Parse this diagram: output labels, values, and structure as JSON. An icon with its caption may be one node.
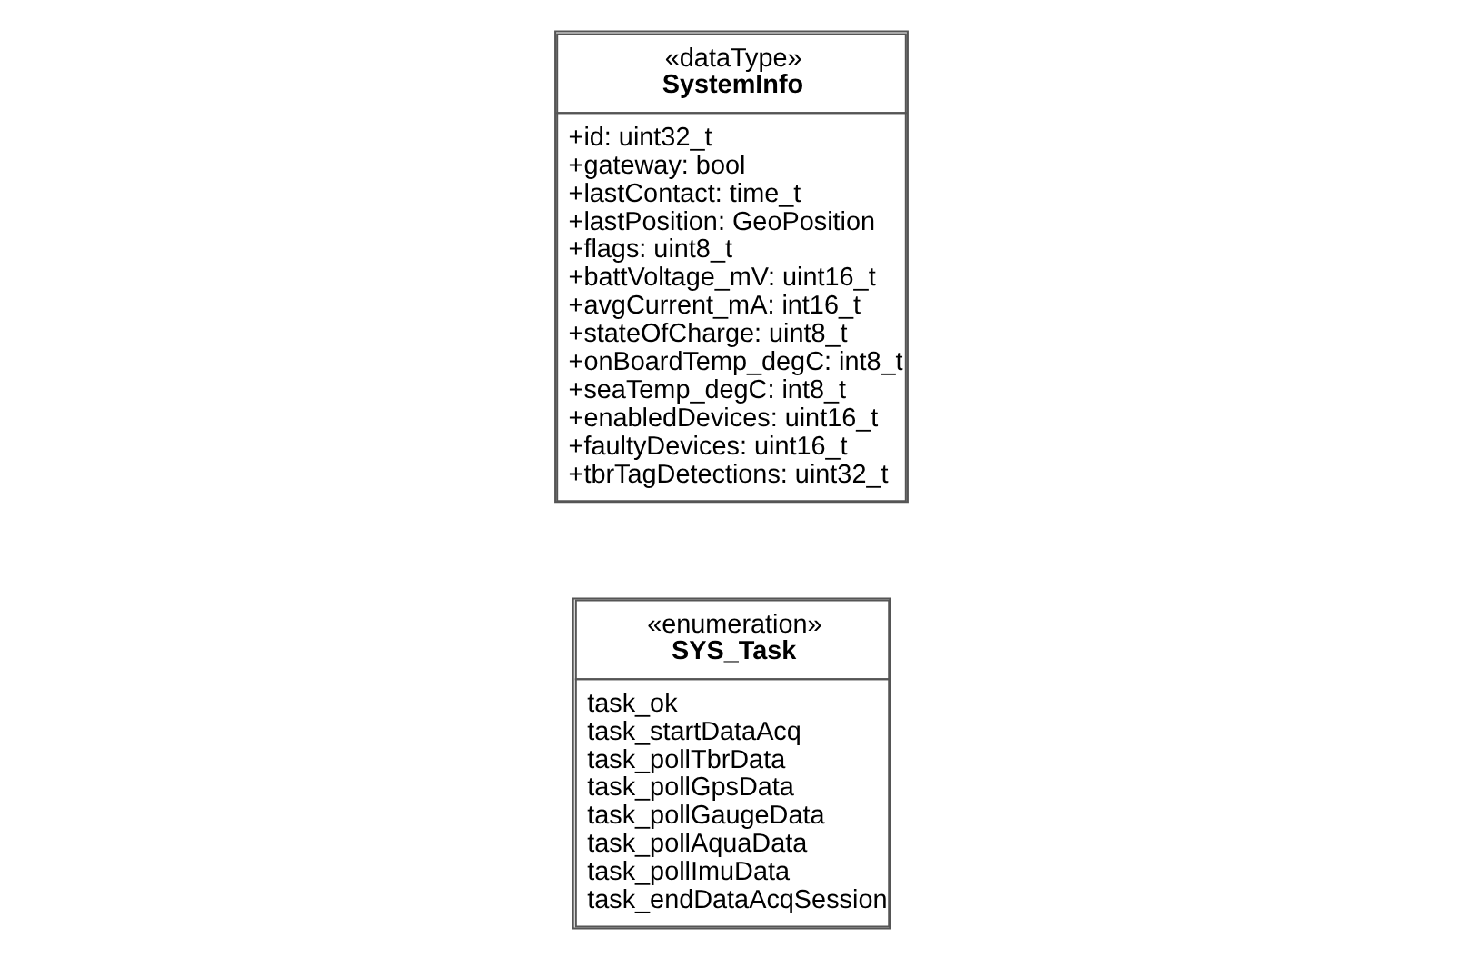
{
  "diagram": {
    "nodes": [
      {
        "text": [
          "«dataType»",
          "SystemInfo",
          "+id: uint32_t",
          "+gateway: bool",
          "+lastContact: time_t",
          "+lastPosition: GeoPosition",
          "+flags: uint8_t",
          "+battVoltage_mV: uint16_t",
          "+avgCurrent_mA: int16_t",
          "+stateOfCharge: uint8_t",
          "+onBoardTemp_degC: int8_t",
          "+seaTemp_degC: int8_t",
          "+enabledDevices: uint16_t",
          "+faultyDevices: uint16_t",
          "+tbrTagDetections: uint32_t"
        ]
      },
      {
        "text": [
          "«enumeration»",
          "SYS_Task",
          "task_ok",
          "task_startDataAcq",
          "task_pollTbrData",
          "task_pollGpsData",
          "task_pollGaugeData",
          "task_pollAquaData",
          "task_pollImuData",
          "task_endDataAcqSession"
        ]
      }
    ],
    "edges": []
  }
}
